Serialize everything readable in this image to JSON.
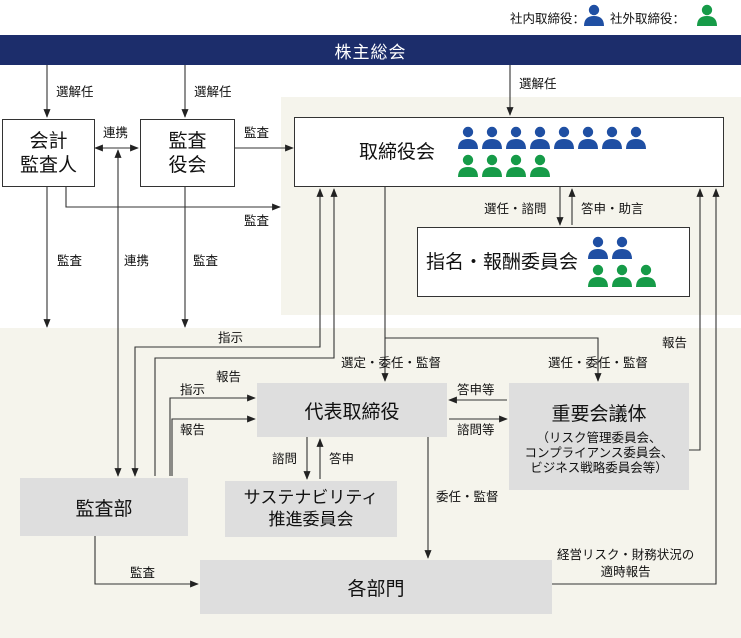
{
  "legend": {
    "internal_label": "社内取締役：",
    "external_label": "社外取締役：",
    "internal_color": "#1f4fa3",
    "external_color": "#169b48"
  },
  "banner": "株主総会",
  "nodes": {
    "auditor": "会計\n監査人",
    "audit_board": "監査\n役会",
    "board": "取締役会",
    "nomination": "指名・報酬委員会",
    "ceo": "代表取締役",
    "council": "重要会議体",
    "council_sub": "（リスク管理委員会、\nコンプライアンス委員会、\nビジネス戦略委員会等）",
    "sustainability": "サステナビリティ\n推進委員会",
    "audit_dept": "監査部",
    "departments": "各部門"
  },
  "board_members": {
    "internal": 8,
    "external": 4
  },
  "nomination_members": {
    "internal": 2,
    "external": 3
  },
  "labels": {
    "elect1": "選解任",
    "elect2": "選解任",
    "elect3": "選解任",
    "liaison_top": "連携",
    "audit_ab_board": "監査",
    "audit_auditor_board": "監査",
    "audit_auditor_down": "監査",
    "liaison_side": "連携",
    "audit_ab_down": "監査",
    "elect_consult": "選任・諮問",
    "reply_advice": "答申・助言",
    "instruct_top": "指示",
    "report_right": "報告",
    "appoint_ceo": "選定・委任・監督",
    "appoint_council": "選任・委任・監督",
    "report_ad_board": "報告",
    "instruct_ad": "指示",
    "report_ad_ceo": "報告",
    "reply_etc": "答申等",
    "consult_etc": "諮問等",
    "consult": "諮問",
    "reply": "答申",
    "delegate": "委任・監督",
    "audit_depts": "監査",
    "timely_report": "経営リスク・財務状況の\n適時報告"
  }
}
